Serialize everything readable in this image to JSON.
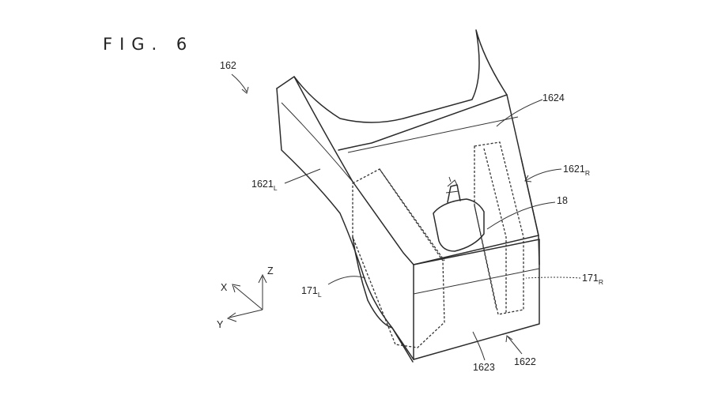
{
  "figure": {
    "title": "FIG. 6"
  },
  "labels": {
    "assembly": "162",
    "top_face": "1624",
    "left_wall_main": "1621",
    "left_wall_sub": "L",
    "right_wall_main": "1621",
    "right_wall_sub": "R",
    "component": "18",
    "left_plate_main": "171",
    "left_plate_sub": "L",
    "right_plate_main": "171",
    "right_plate_sub": "R",
    "front_face": "1623",
    "base": "1622"
  },
  "axes": {
    "x": "X",
    "y": "Y",
    "z": "Z"
  }
}
